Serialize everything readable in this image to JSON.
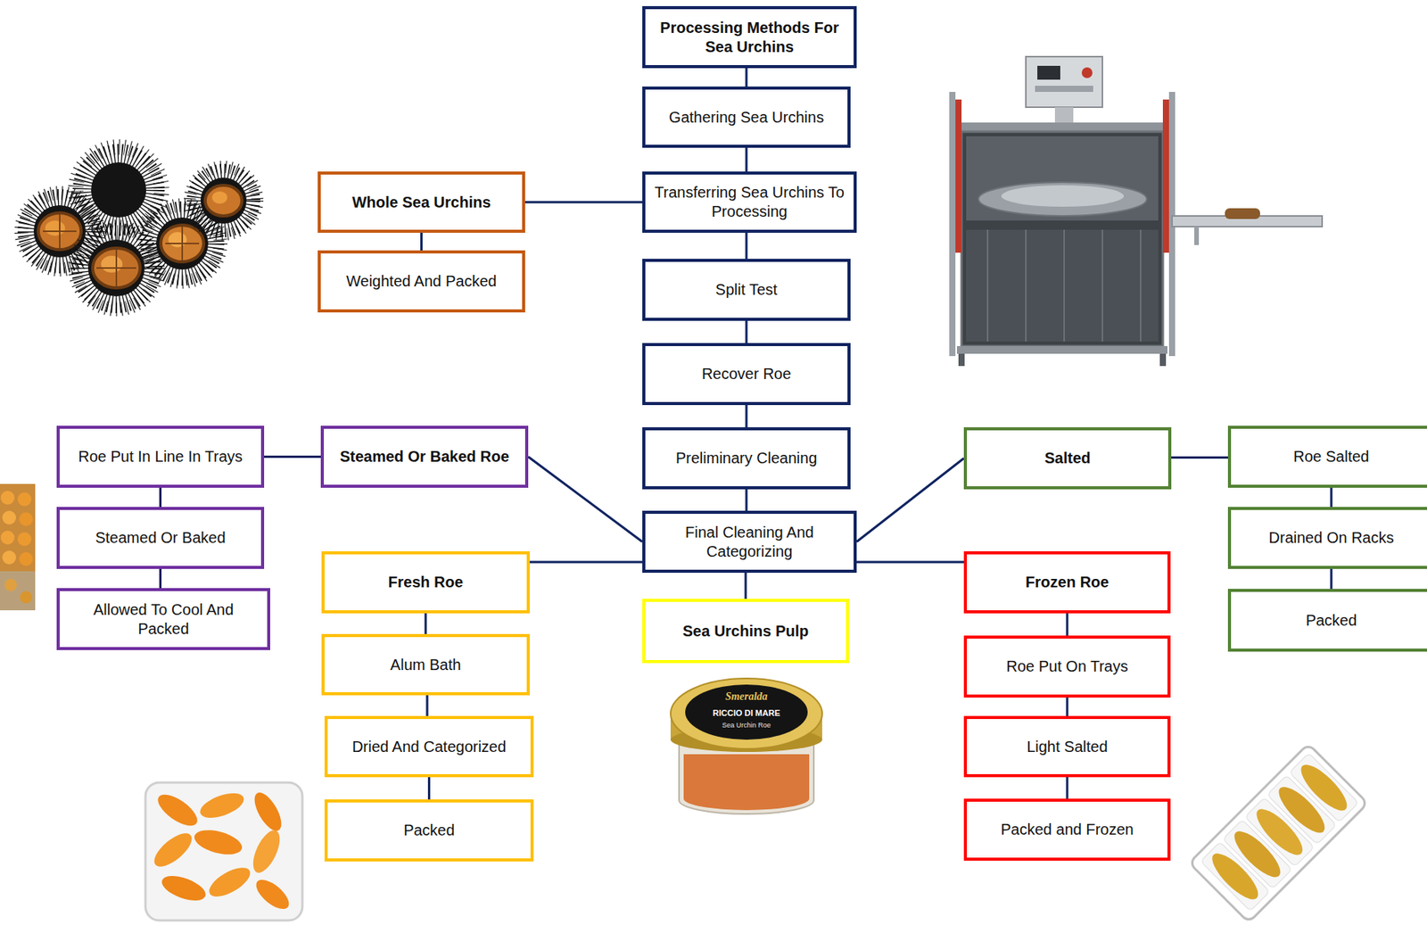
{
  "diagram": {
    "nodes": [
      {
        "text": [
          "Processing Methods For Sea Urchins"
        ]
      },
      {
        "text": [
          "Gathering Sea Urchins"
        ]
      },
      {
        "text": [
          "Transferring Sea Urchins To Processing"
        ]
      },
      {
        "text": [
          "Whole Sea Urchins"
        ]
      },
      {
        "text": [
          "Weighted And Packed"
        ]
      },
      {
        "text": [
          "Split Test"
        ]
      },
      {
        "text": [
          "Recover Roe"
        ]
      },
      {
        "text": [
          "Preliminary Cleaning"
        ]
      },
      {
        "text": [
          "Steamed Or Baked Roe"
        ]
      },
      {
        "text": [
          "Roe Put In Line In Trays"
        ]
      },
      {
        "text": [
          "Steamed Or Baked"
        ]
      },
      {
        "text": [
          "Allowed To Cool And Packed"
        ]
      },
      {
        "text": [
          "Final Cleaning And Categorizing"
        ]
      },
      {
        "text": [
          "Salted"
        ]
      },
      {
        "text": [
          "Roe Salted"
        ]
      },
      {
        "text": [
          "Drained On Racks"
        ]
      },
      {
        "text": [
          "Packed"
        ]
      },
      {
        "text": [
          "Fresh Roe"
        ]
      },
      {
        "text": [
          "Alum Bath"
        ]
      },
      {
        "text": [
          "Dried And Categorized"
        ]
      },
      {
        "text": [
          "Packed"
        ]
      },
      {
        "text": [
          "Sea Urchins Pulp"
        ]
      },
      {
        "text": [
          "Frozen Roe"
        ]
      },
      {
        "text": [
          "Roe Put On Trays"
        ]
      },
      {
        "text": [
          "Light Salted"
        ]
      },
      {
        "text": [
          "Packed and Frozen"
        ]
      }
    ],
    "edges": [
      {
        "from": 0,
        "to": 1,
        "arrow": "none"
      },
      {
        "from": 1,
        "to": 2,
        "arrow": "none"
      },
      {
        "from": 2,
        "to": 3,
        "arrow": "none"
      },
      {
        "from": 3,
        "to": 4,
        "arrow": "none"
      },
      {
        "from": 2,
        "to": 5,
        "arrow": "none"
      },
      {
        "from": 5,
        "to": 6,
        "arrow": "none"
      },
      {
        "from": 6,
        "to": 7,
        "arrow": "none"
      },
      {
        "from": 7,
        "to": 12,
        "arrow": "none"
      },
      {
        "from": 12,
        "to": 8,
        "arrow": "none"
      },
      {
        "from": 8,
        "to": 9,
        "arrow": "none"
      },
      {
        "from": 9,
        "to": 10,
        "arrow": "none"
      },
      {
        "from": 10,
        "to": 11,
        "arrow": "none"
      },
      {
        "from": 12,
        "to": 17,
        "arrow": "none"
      },
      {
        "from": 17,
        "to": 18,
        "arrow": "none"
      },
      {
        "from": 18,
        "to": 19,
        "arrow": "none"
      },
      {
        "from": 19,
        "to": 20,
        "arrow": "none"
      },
      {
        "from": 12,
        "to": 21,
        "arrow": "none"
      },
      {
        "from": 12,
        "to": 13,
        "arrow": "none"
      },
      {
        "from": 13,
        "to": 14,
        "arrow": "none"
      },
      {
        "from": 14,
        "to": 15,
        "arrow": "none"
      },
      {
        "from": 15,
        "to": 16,
        "arrow": "none"
      },
      {
        "from": 12,
        "to": 22,
        "arrow": "none"
      },
      {
        "from": 22,
        "to": 23,
        "arrow": "none"
      },
      {
        "from": 23,
        "to": 24,
        "arrow": "none"
      },
      {
        "from": 24,
        "to": 25,
        "arrow": "none"
      }
    ],
    "labels": [
      "Smeralda",
      "RICCIO DI MARE",
      "Sea Urchin Roe"
    ]
  }
}
